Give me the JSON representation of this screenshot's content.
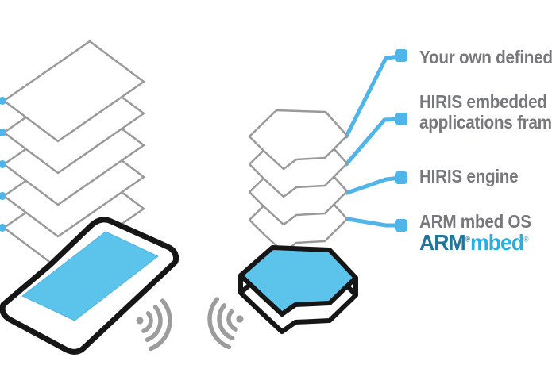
{
  "labels": {
    "app": "Your own defined app",
    "framework_line1": "HIRIS embedded",
    "framework_line2": "applications framework",
    "engine": "HIRIS engine",
    "os": "ARM mbed OS"
  },
  "logo": {
    "arm": "ARM",
    "arm_mark": "®",
    "mbed": "mbed",
    "mbed_mark": "®"
  },
  "colors": {
    "accent_blue": "#4FB5E8",
    "screen_blue": "#5CC3EB",
    "label_gray": "#77787B",
    "arm_blue": "#20759C",
    "mbed_cyan": "#29AEE4",
    "outline_black": "#161616",
    "layer_outline_gray": "#999999",
    "wireless_gray": "#9C9C9C"
  },
  "icons": {
    "phone": "smartphone-icon",
    "phone_layers": "stacked-app-layers-icon",
    "device": "hexagon-device-icon",
    "device_layers": "stacked-software-layers-icon",
    "wireless_left": "wireless-signal-icon",
    "wireless_right": "wireless-signal-icon",
    "connector_node": "callout-node-icon",
    "layer_dot": "layer-marker-dot-icon"
  }
}
